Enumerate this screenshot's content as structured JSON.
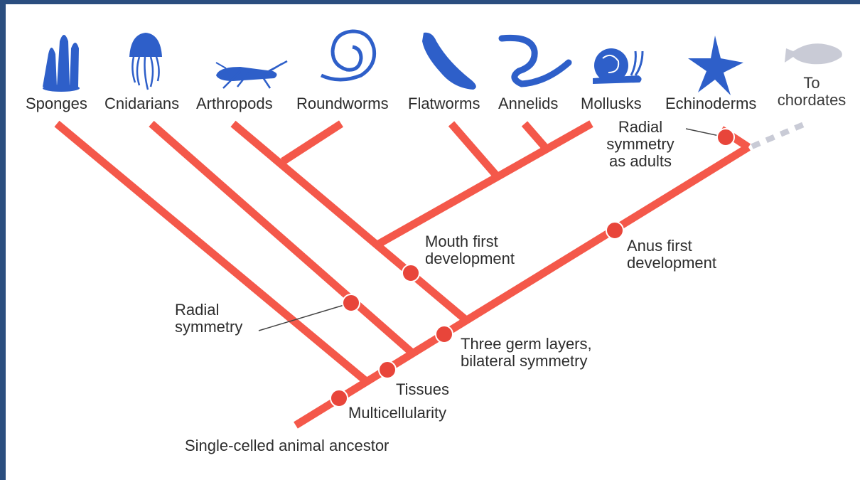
{
  "groups": [
    {
      "name": "Sponges",
      "icon": "sponge-icon"
    },
    {
      "name": "Cnidarians",
      "icon": "jellyfish-icon"
    },
    {
      "name": "Arthropods",
      "icon": "grasshopper-icon"
    },
    {
      "name": "Roundworms",
      "icon": "roundworm-icon"
    },
    {
      "name": "Flatworms",
      "icon": "flatworm-icon"
    },
    {
      "name": "Annelids",
      "icon": "segmented-worm-icon"
    },
    {
      "name": "Mollusks",
      "icon": "snail-icon"
    },
    {
      "name": "Echinoderms",
      "icon": "starfish-icon"
    },
    {
      "name_line1": "To",
      "name_line2": "chordates",
      "icon": "fish-icon"
    }
  ],
  "traits": {
    "ancestor": "Single-celled animal ancestor",
    "multicellularity": "Multicellularity",
    "tissues": "Tissues",
    "radial_symmetry": {
      "line1": "Radial",
      "line2": "symmetry"
    },
    "three_germ": {
      "line1": "Three germ layers,",
      "line2": "bilateral symmetry"
    },
    "mouth_first": {
      "line1": "Mouth first",
      "line2": "development"
    },
    "anus_first": {
      "line1": "Anus first",
      "line2": "development"
    },
    "radial_adults": {
      "line1": "Radial",
      "line2": "symmetry",
      "line3": "as adults"
    }
  },
  "colors": {
    "branch": "#f4584a",
    "node": "#e8453a",
    "icon": "#2e5fc9",
    "faded": "#c9cbd6",
    "border": "#2b4e7f"
  }
}
